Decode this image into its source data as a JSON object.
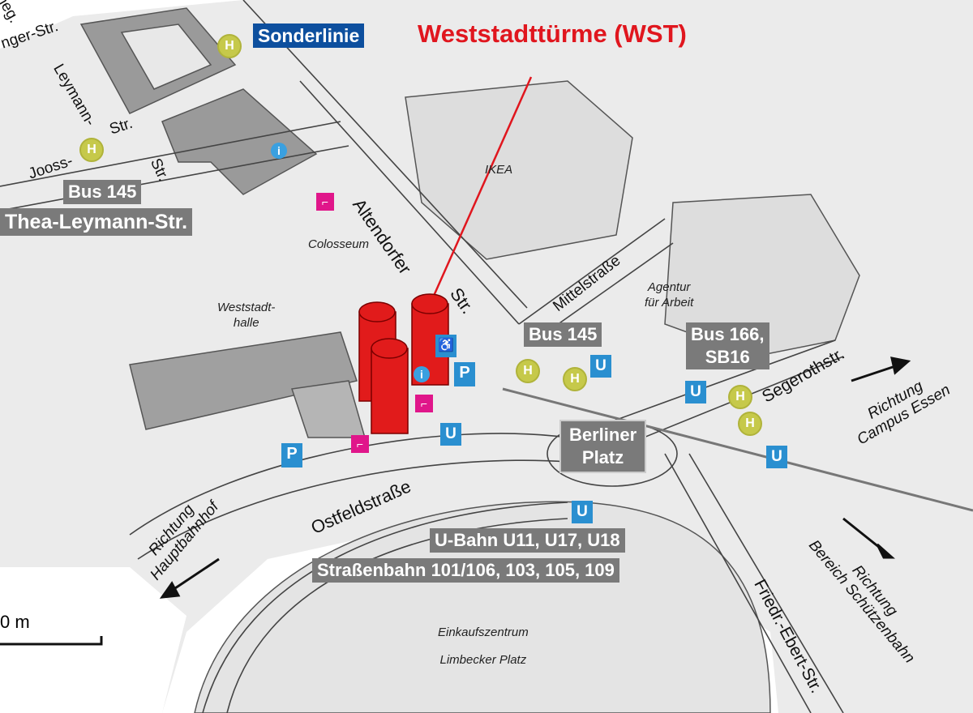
{
  "title": "Weststadttürme (WST)",
  "labels": {
    "sonderlinie": "Sonderlinie",
    "bus145_west": "Bus 145",
    "thea_leymann": "Thea-Leymann-Str.",
    "bus145_east": "Bus 145",
    "bus166_line1": "Bus 166,",
    "bus166_line2": "SB16",
    "berliner_platz_line1": "Berliner",
    "berliner_platz_line2": "Platz",
    "ubahn": "U-Bahn U11, U17, U18",
    "strassenbahn": "Straßenbahn 101/106, 103, 105, 109"
  },
  "streets": {
    "nger": "nger-Str.",
    "leymann": "Leymann-",
    "neg": "neg.",
    "jooss": "Jooss-",
    "jooss_str": "Str.",
    "str2": "Str.",
    "altendorfer": "Altendorfer",
    "altendorfer_str": "Str.",
    "mittelstrasse": "Mittelstraße",
    "segerothstr": "Segerothstr.",
    "ostfeldstrasse": "Ostfeldstraße",
    "friedr_ebert": "Friedr.-Ebert-Str."
  },
  "places": {
    "ikea": "IKEA",
    "colosseum": "Colosseum",
    "weststadthalle_1": "Weststadt-",
    "weststadthalle_2": "halle",
    "agentur_1": "Agentur",
    "agentur_2": "für Arbeit",
    "einkauf_1": "Einkaufszentrum",
    "einkauf_2": "Limbecker Platz"
  },
  "directions": {
    "campus_1": "Richtung",
    "campus_2": "Campus Essen",
    "schuetzen_1": "Richtung",
    "schuetzen_2": "Bereich Schützenbahn",
    "hbf_1": "Richtung",
    "hbf_2": "Hauptbahnhof"
  },
  "scale": "0 m",
  "icons": {
    "bus_stop": "H",
    "ubahn": "U",
    "parking": "P",
    "wheelchair": "♿",
    "escalator": "⌐",
    "info": "i"
  },
  "colors": {
    "title": "#e0161e",
    "sonderlinie": "#0d4f9e",
    "label_box": "#7a7a7a",
    "ubahn": "#2a8fd0",
    "bus_stop": "#c6c94a",
    "escalator": "#e0168a",
    "towers": "#e11b1b"
  }
}
